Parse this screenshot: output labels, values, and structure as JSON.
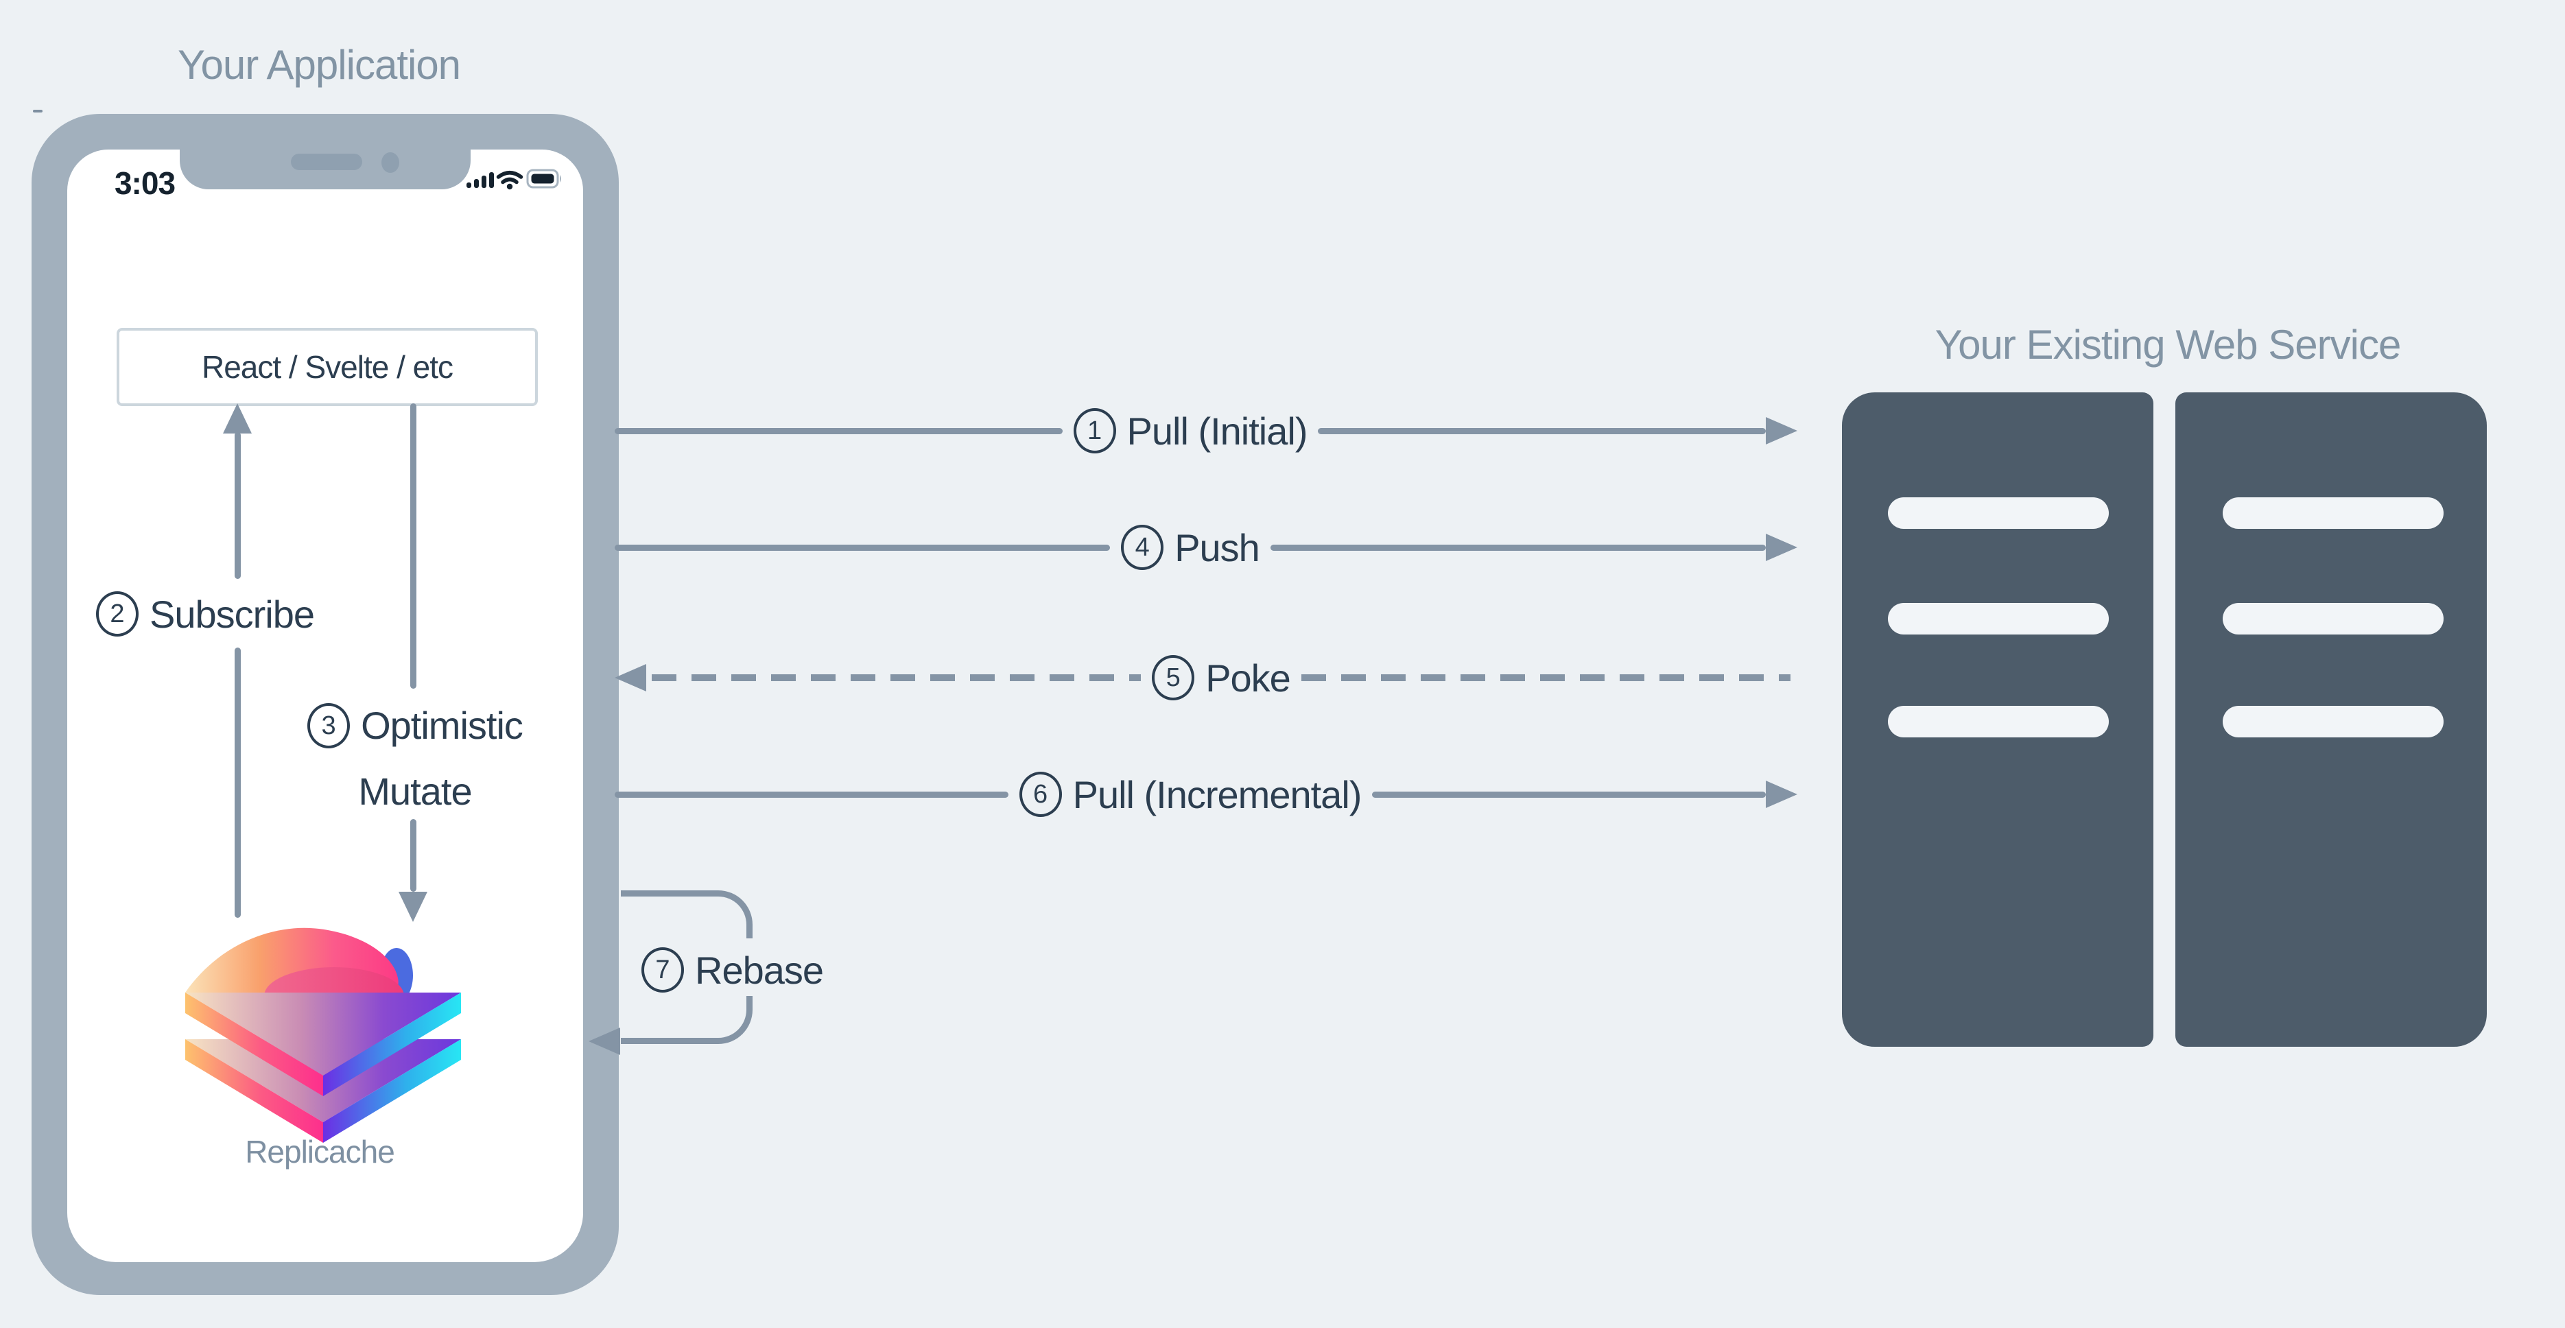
{
  "colors": {
    "background": "#edf1f4",
    "line": "#8494a5",
    "phone_frame": "#a2b0bd",
    "dark_text": "#2c3e50",
    "muted_text": "#8294a4",
    "rack": "#4d5c6a"
  },
  "app": {
    "title": "Your Application",
    "phone": {
      "time": "3:03",
      "status_icons": [
        "cellular-signal",
        "wifi",
        "battery"
      ],
      "notch_parts": [
        "speaker",
        "camera"
      ]
    },
    "framework_box": {
      "label": "React / Svelte / etc"
    },
    "logo": {
      "caption": "Replicache"
    },
    "internal_flows": [
      {
        "num": "2",
        "label": "Subscribe",
        "direction": "up",
        "style": "solid"
      },
      {
        "num": "3",
        "label_line1": "Optimistic",
        "label_line2": "Mutate",
        "direction": "down",
        "style": "solid"
      }
    ]
  },
  "service": {
    "title": "Your Existing Web Service",
    "racks": [
      {
        "slots": 3
      },
      {
        "slots": 3
      }
    ]
  },
  "flows": [
    {
      "num": "1",
      "label": "Pull (Initial)",
      "direction": "right",
      "style": "solid"
    },
    {
      "num": "4",
      "label": "Push",
      "direction": "right",
      "style": "solid"
    },
    {
      "num": "5",
      "label": "Poke",
      "direction": "left",
      "style": "dashed"
    },
    {
      "num": "6",
      "label": "Pull (Incremental)",
      "direction": "right",
      "style": "solid"
    },
    {
      "num": "7",
      "label": "Rebase",
      "direction": "loop",
      "style": "solid"
    }
  ]
}
